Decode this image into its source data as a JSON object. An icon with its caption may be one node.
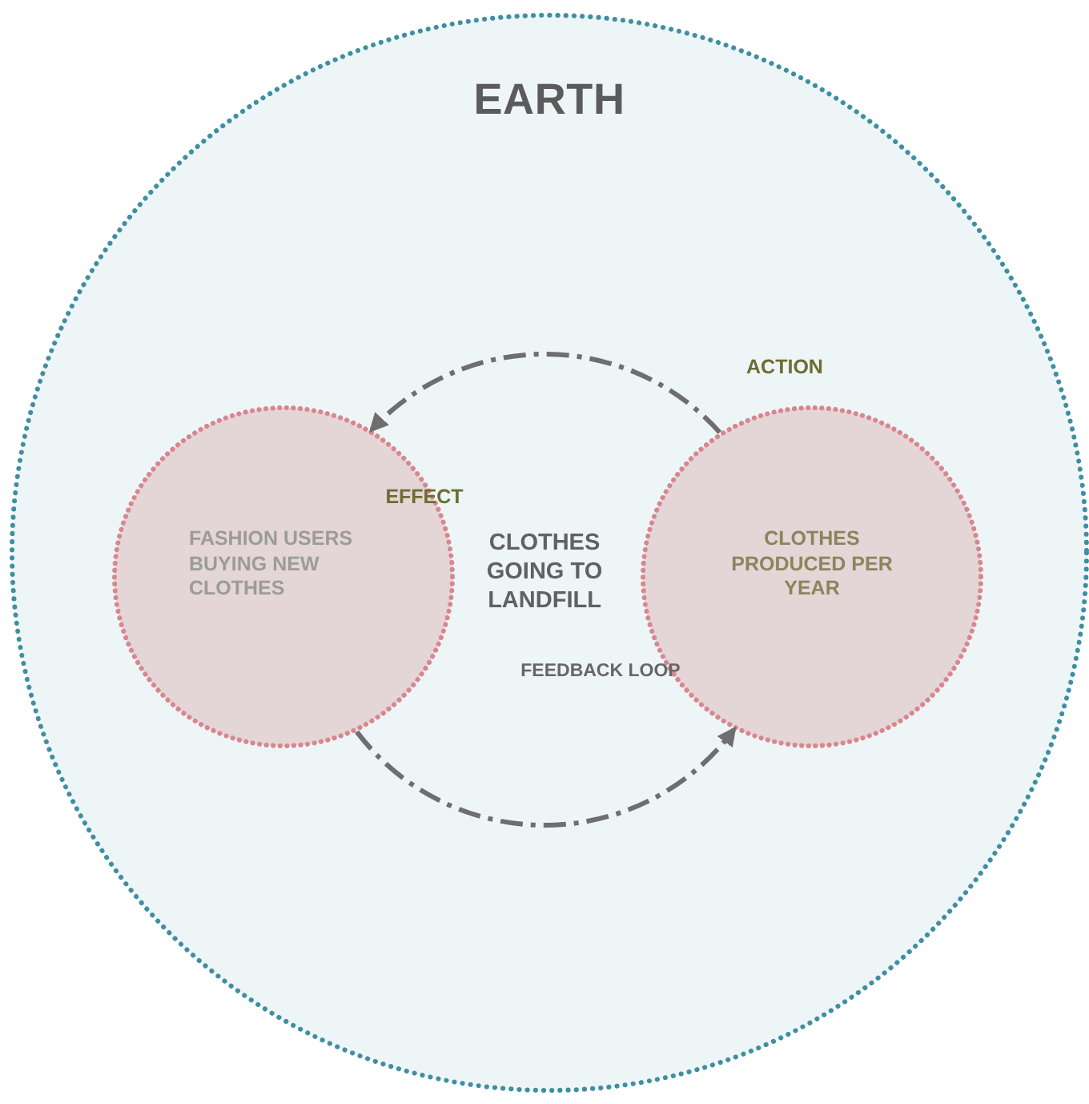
{
  "diagram": {
    "nodes": [
      {
        "text": [
          "EARTH"
        ]
      },
      {
        "text": [
          "FASHION USERS BUYING NEW CLOTHES"
        ],
        "in": 0
      },
      {
        "text": [
          "CLOTHES PRODUCED PER YEAR"
        ],
        "in": 0
      }
    ],
    "edges": [
      {
        "from": 2,
        "to": 1,
        "arrow": "to",
        "style": "dashed"
      },
      {
        "from": 1,
        "to": 2,
        "arrow": "to",
        "style": "dashed"
      }
    ],
    "labels": [
      "ACTION",
      "EFFECT",
      "CLOTHES GOING TO LANDFILL",
      "FEEDBACK LOOP"
    ]
  }
}
